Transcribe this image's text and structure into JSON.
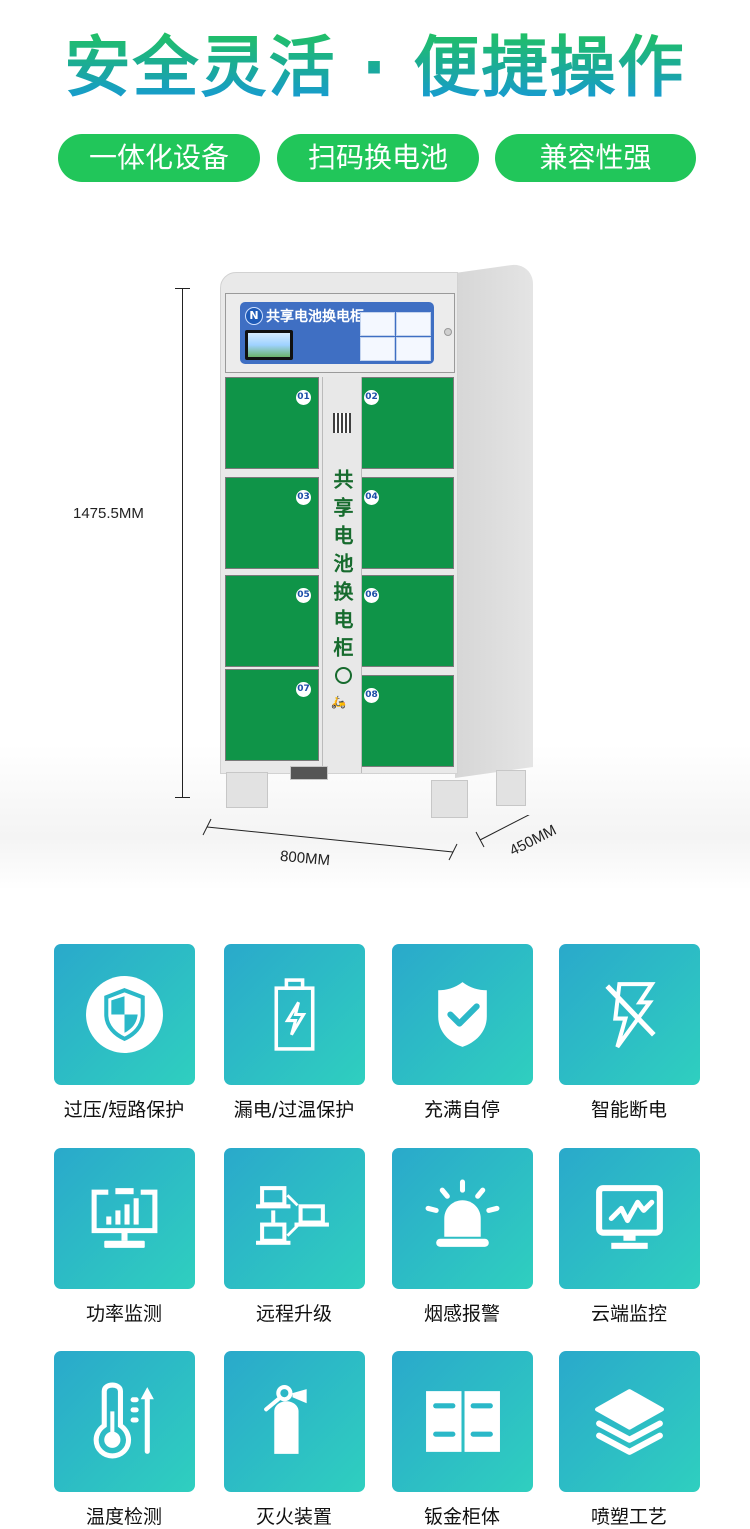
{
  "headline": "安全灵活 · 便捷操作",
  "pills": [
    "一体化设备",
    "扫码换电池",
    "兼容性强"
  ],
  "product": {
    "cabinet_banner_title": "共享电池换电柜",
    "logo_letter": "N",
    "column_text": "共享电池换电柜",
    "door_numbers": [
      "01",
      "02",
      "03",
      "04",
      "05",
      "06",
      "07",
      "08"
    ],
    "dimensions": {
      "height": "1475.5MM",
      "width": "800MM",
      "depth": "450MM"
    },
    "colors": {
      "door_green": "#0f9448",
      "banner_blue": "#3f6fc3",
      "door_number_blue": "#1d4fa8"
    }
  },
  "features": [
    {
      "label": "过压/短路保护",
      "icon": "shield-circle-icon"
    },
    {
      "label": "漏电/过温保护",
      "icon": "battery-bolt-icon"
    },
    {
      "label": "充满自停",
      "icon": "shield-check-icon"
    },
    {
      "label": "智能断电",
      "icon": "bolt-off-icon"
    },
    {
      "label": "功率监测",
      "icon": "monitor-chart-icon"
    },
    {
      "label": "远程升级",
      "icon": "network-laptops-icon"
    },
    {
      "label": "烟感报警",
      "icon": "alarm-light-icon"
    },
    {
      "label": "云端监控",
      "icon": "monitor-pulse-icon"
    },
    {
      "label": "温度检测",
      "icon": "thermometer-icon"
    },
    {
      "label": "灭火装置",
      "icon": "fire-extinguisher-icon"
    },
    {
      "label": "钣金柜体",
      "icon": "cabinet-icon"
    },
    {
      "label": "喷塑工艺",
      "icon": "layers-icon"
    }
  ],
  "colors": {
    "pill_green": "#21c65a",
    "tile_gradient_start": "#2aa9cb",
    "tile_gradient_end": "#2fcfbf"
  }
}
